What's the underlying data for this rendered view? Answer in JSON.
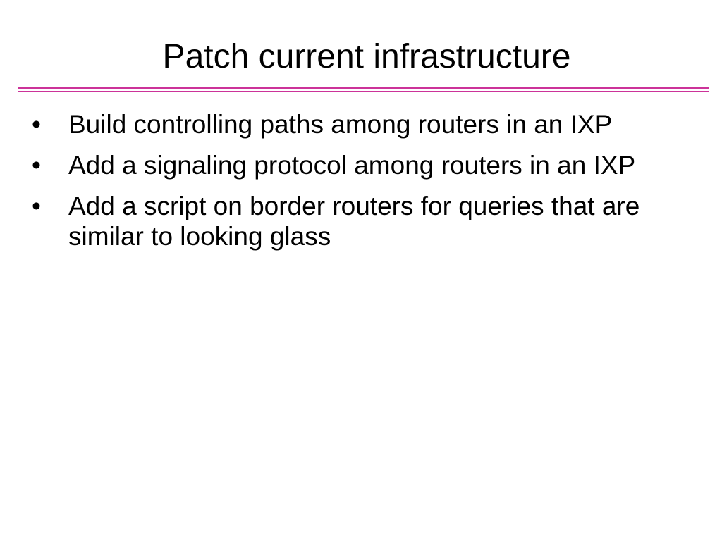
{
  "slide": {
    "title": "Patch current infrastructure",
    "rule_color": "#cc3399",
    "bullet_char": "•",
    "bullets": [
      "Build controlling paths among routers in an IXP",
      "Add a signaling protocol among routers in an IXP",
      "Add a script on border routers for queries that are similar to looking glass"
    ]
  }
}
